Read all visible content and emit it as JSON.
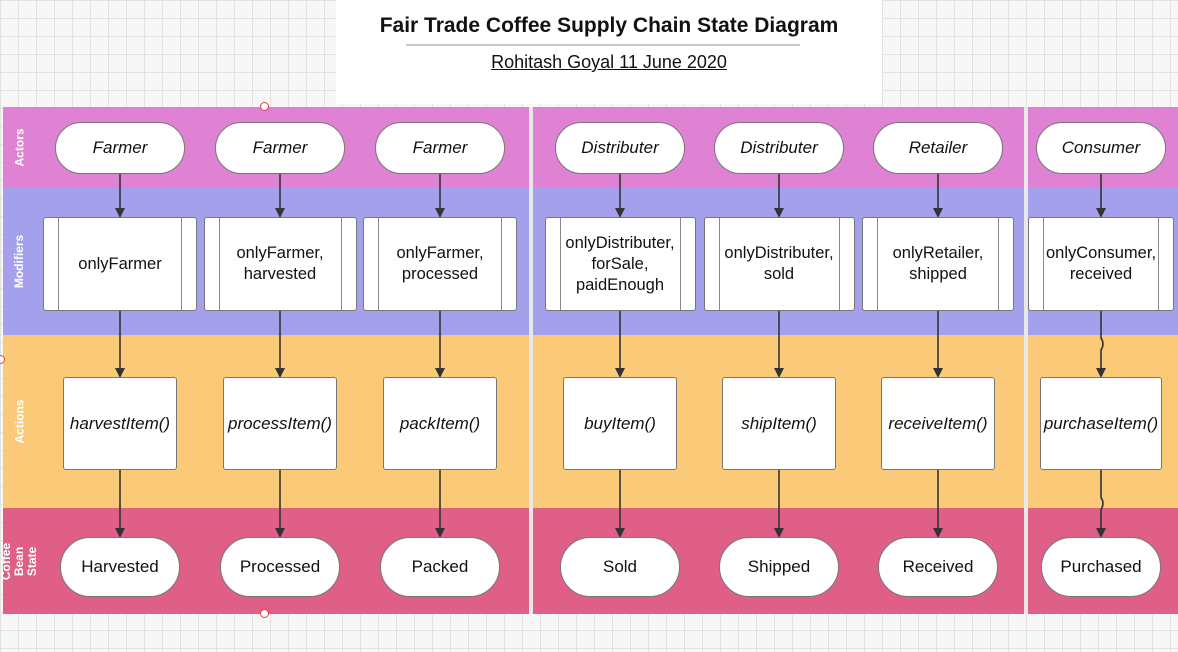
{
  "diagram": {
    "title": "Fair Trade Coffee Supply Chain State Diagram",
    "subtitle": "Rohitash Goyal 11 June 2020"
  },
  "lanes": {
    "actors": "Actors",
    "modifiers": "Modifiers",
    "actions": "Actions",
    "state": "Coffee Bean State"
  },
  "columns": [
    {
      "actor": "Farmer",
      "modifier": "onlyFarmer",
      "action": "harvestItem()",
      "state": "Harvested"
    },
    {
      "actor": "Farmer",
      "modifier": "onlyFarmer,\nharvested",
      "action": "processItem()",
      "state": "Processed"
    },
    {
      "actor": "Farmer",
      "modifier": "onlyFarmer,\nprocessed",
      "action": "packItem()",
      "state": "Packed"
    },
    {
      "actor": "Distributer",
      "modifier": "onlyDistributer,\nforSale,\npaidEnough",
      "action": "buyItem()",
      "state": "Sold"
    },
    {
      "actor": "Distributer",
      "modifier": "onlyDistributer,\nsold",
      "action": "shipItem()",
      "state": "Shipped"
    },
    {
      "actor": "Retailer",
      "modifier": "onlyRetailer,\nshipped",
      "action": "receiveItem()",
      "state": "Received"
    },
    {
      "actor": "Consumer",
      "modifier": "onlyConsumer,\nreceived",
      "action": "purchaseItem()",
      "state": "Purchased"
    }
  ],
  "colors": {
    "actors_band": "#df82d3",
    "modifiers_band": "#a4a0eb",
    "actions_band": "#fbca78",
    "state_band": "#df5f87"
  }
}
